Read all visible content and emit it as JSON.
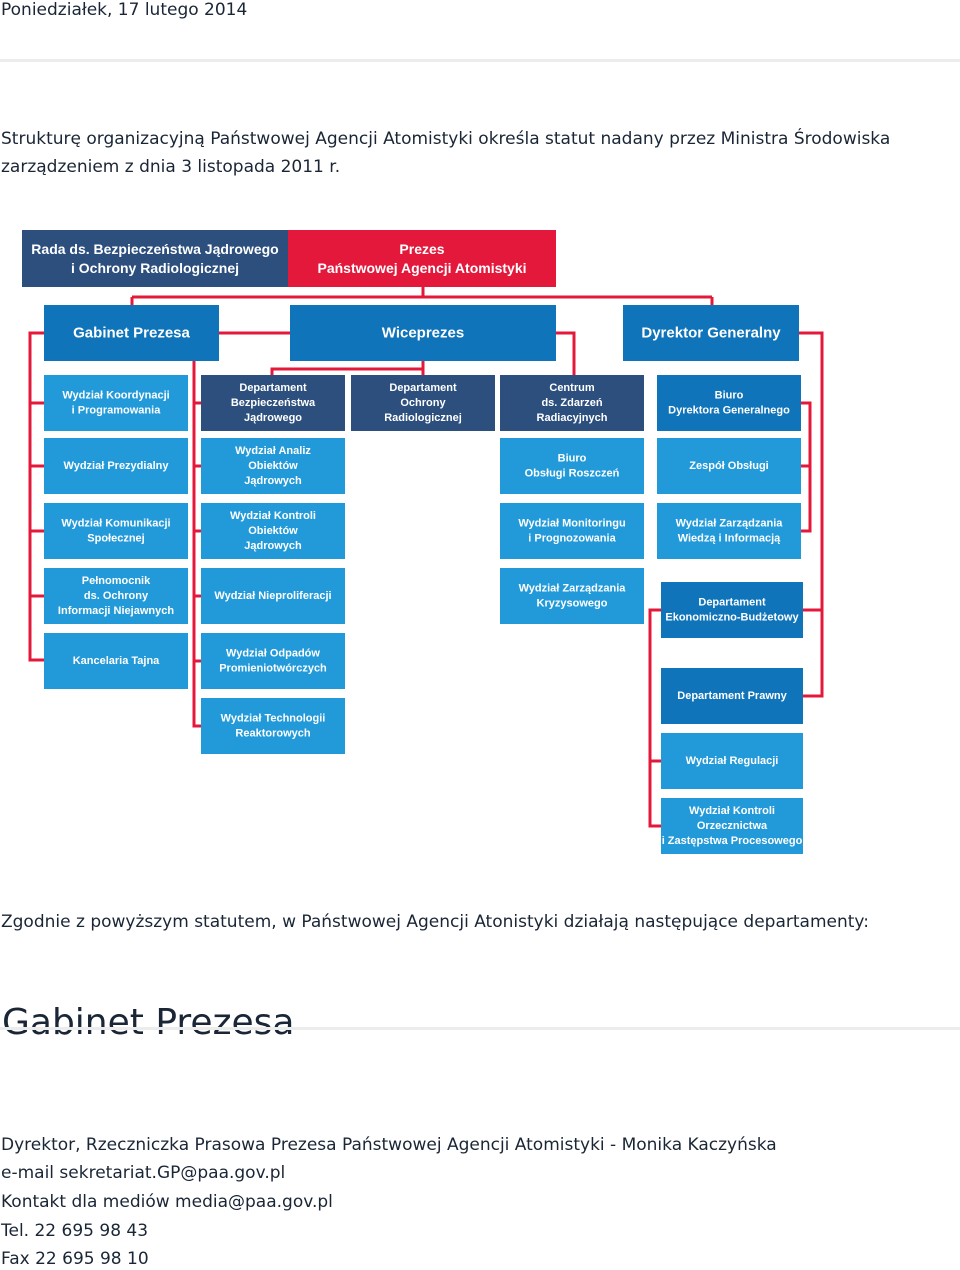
{
  "date": "Poniedziałek, 17 lutego 2014",
  "intro": [
    "Strukturę organizacyjną Państwowej Agencji Atomistyki określa statut nadany przez Ministra Środowiska",
    "zarządzeniem z dnia 3 listopada 2011 r."
  ],
  "org_chart": {
    "colors": {
      "red": "#e3183b",
      "navy": "#2c4f7e",
      "blue": "#0f74b9",
      "light": "#229ad9",
      "line": "#e3183b"
    },
    "boxes": [
      {
        "name": "rada-box",
        "lines": [
          "Rada ds. Bezpieczeństwa Jądrowego",
          "i Ochrony Radiologicznej"
        ],
        "color": "navy"
      },
      {
        "name": "prezes-box",
        "lines": [
          "Prezes",
          "Państwowej Agencji Atomistyki"
        ],
        "color": "red"
      },
      {
        "name": "gabinet-prezesa-box",
        "lines": [
          "Gabinet Prezesa"
        ],
        "color": "blue"
      },
      {
        "name": "wiceprezes-box",
        "lines": [
          "Wiceprezes"
        ],
        "color": "blue"
      },
      {
        "name": "dyrektor-generalny-box",
        "lines": [
          "Dyrektor Generalny"
        ],
        "color": "blue"
      },
      {
        "name": "wydzial-koordynacji-box",
        "lines": [
          "Wydział Koordynacji",
          "i Programowania"
        ],
        "color": "light"
      },
      {
        "name": "wydzial-prezydialny-box",
        "lines": [
          "Wydział Prezydialny"
        ],
        "color": "light"
      },
      {
        "name": "wydzial-komunikacji-box",
        "lines": [
          "Wydział Komunikacji",
          "Społecznej"
        ],
        "color": "light"
      },
      {
        "name": "pelnomocnik-box",
        "lines": [
          "Pełnomocnik",
          "ds. Ochrony",
          "Informacji Niejawnych"
        ],
        "color": "light"
      },
      {
        "name": "kancelaria-tajna-box",
        "lines": [
          "Kancelaria Tajna"
        ],
        "color": "light"
      },
      {
        "name": "dept-bezpieczenstwa-box",
        "lines": [
          "Departament",
          "Bezpieczeństwa",
          "Jądrowego"
        ],
        "color": "navy"
      },
      {
        "name": "wydzial-analiz-box",
        "lines": [
          "Wydział Analiz",
          "Obiektów",
          "Jądrowych"
        ],
        "color": "light"
      },
      {
        "name": "wydzial-kontroli-obiektow-box",
        "lines": [
          "Wydział Kontroli",
          "Obiektów",
          "Jądrowych"
        ],
        "color": "light"
      },
      {
        "name": "wydzial-nieproliferacji-box",
        "lines": [
          "Wydział Nieproliferacji"
        ],
        "color": "light"
      },
      {
        "name": "wydzial-odpadow-box",
        "lines": [
          "Wydział Odpadów",
          "Promieniotwórczych"
        ],
        "color": "light"
      },
      {
        "name": "wydzial-technologii-box",
        "lines": [
          "Wydział Technologii",
          "Reaktorowych"
        ],
        "color": "light"
      },
      {
        "name": "dept-ochrony-box",
        "lines": [
          "Departament",
          "Ochrony",
          "Radiologicznej"
        ],
        "color": "navy"
      },
      {
        "name": "centrum-box",
        "lines": [
          "Centrum",
          "ds. Zdarzeń",
          "Radiacyjnych"
        ],
        "color": "navy"
      },
      {
        "name": "biuro-obslugi-roszczen-box",
        "lines": [
          "Biuro",
          "Obsługi Roszczeń"
        ],
        "color": "light"
      },
      {
        "name": "wydzial-monitoringu-box",
        "lines": [
          "Wydział Monitoringu",
          "i Prognozowania"
        ],
        "color": "light"
      },
      {
        "name": "wydzial-zarzadzania-kryzysowego-box",
        "lines": [
          "Wydział Zarządzania",
          "Kryzysowego"
        ],
        "color": "light"
      },
      {
        "name": "biuro-dyrektora-box",
        "lines": [
          "Biuro",
          "Dyrektora Generalnego"
        ],
        "color": "blue"
      },
      {
        "name": "zespol-obslugi-box",
        "lines": [
          "Zespół Obsługi"
        ],
        "color": "light"
      },
      {
        "name": "wydzial-zarzadzania-wiedza-box",
        "lines": [
          "Wydział Zarządzania",
          "Wiedzą i Informacją"
        ],
        "color": "light"
      },
      {
        "name": "dept-ekonomiczno-box",
        "lines": [
          "Departament",
          "Ekonomiczno-Budżetowy"
        ],
        "color": "blue"
      },
      {
        "name": "dept-prawny-box",
        "lines": [
          "Departament Prawny"
        ],
        "color": "blue"
      },
      {
        "name": "wydzial-regulacji-box",
        "lines": [
          "Wydział Regulacji"
        ],
        "color": "light"
      },
      {
        "name": "wydzial-kontroli-orzecznictwa-box",
        "lines": [
          "Wydział Kontroli",
          "Orzecznictwa",
          "i Zastępstwa Procesowego"
        ],
        "color": "light"
      }
    ]
  },
  "after_chart": "Zgodnie z powyższym statutem, w Państwowej Agencji Atonistyki działają następujące departamenty:",
  "section_title": "Gabinet Prezesa",
  "contact": [
    "Dyrektor, Rzeczniczka Prasowa Prezesa Państwowej Agencji Atomistyki - Monika Kaczyńska",
    "e-mail sekretariat.GP@paa.gov.pl",
    "Kontakt dla mediów media@paa.gov.pl",
    "Tel. 22 695 98 43",
    "Fax 22 695 98 10"
  ]
}
